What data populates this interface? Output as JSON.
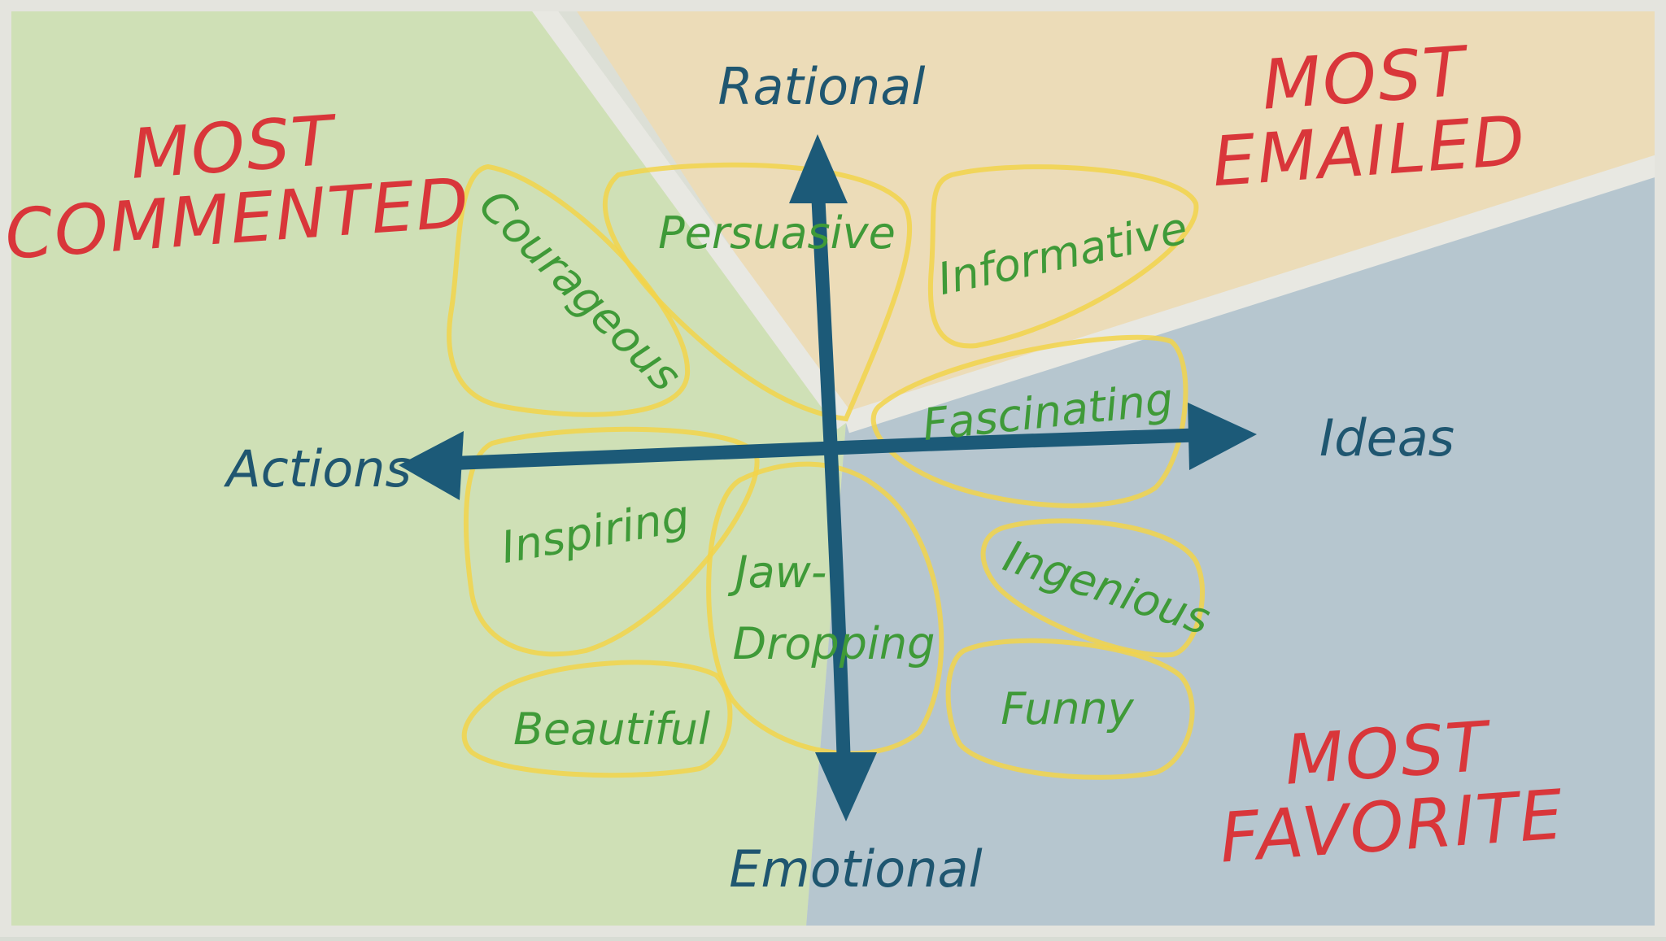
{
  "diagram": {
    "axes": {
      "top": "Rational",
      "bottom": "Emotional",
      "left": "Actions",
      "right": "Ideas"
    },
    "corners": {
      "top_left": [
        "MOST",
        "COMMENTED"
      ],
      "top_right": [
        "MOST",
        "EMAILED"
      ],
      "bottom_right": [
        "MOST",
        "FAVORITE"
      ]
    },
    "petals": {
      "courageous": "Courageous",
      "persuasive": "Persuasive",
      "informative": "Informative",
      "fascinating": "Fascinating",
      "inspiring": "Inspiring",
      "jaw_dropping": [
        "Jaw-",
        "Dropping"
      ],
      "ingenious": "Ingenious",
      "beautiful": "Beautiful",
      "funny": "Funny"
    },
    "colors": {
      "region_green": "#cfe0b6",
      "region_tan": "#ecdcb8",
      "region_blue": "#b6c6cf",
      "axis_blue": "#1c5a78",
      "corner_red": "#d9363a",
      "petal_green": "#3f9a38",
      "petal_outline": "#f2d44a"
    }
  }
}
